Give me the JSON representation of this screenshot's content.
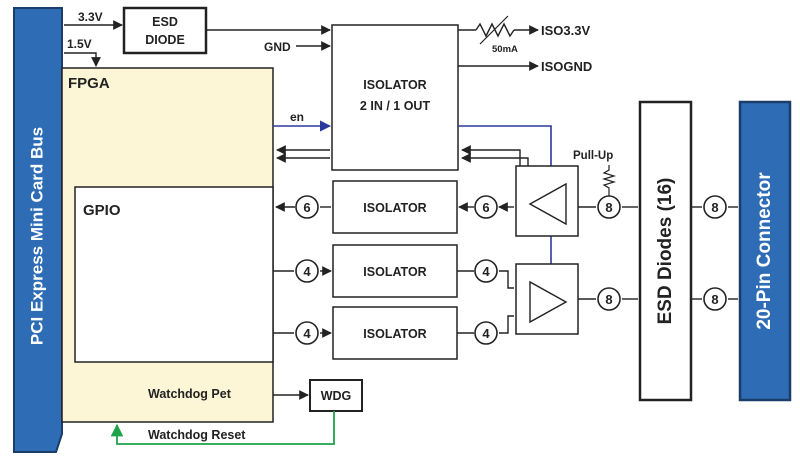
{
  "labels": {
    "pcie_bus": "PCI Express Mini Card Bus",
    "connector": "20-Pin Connector",
    "esd_diodes": "ESD Diodes (16)",
    "esd_diode_line1": "ESD",
    "esd_diode_line2": "DIODE",
    "fpga": "FPGA",
    "gpio": "GPIO",
    "isolator_main_line1": "ISOLATOR",
    "isolator_main_line2": "2 IN / 1 OUT",
    "isolator": "ISOLATOR",
    "wdg": "WDG",
    "v33": "3.3V",
    "v15": "1.5V",
    "gnd": "GND",
    "iso33": "ISO3.3V",
    "isognd": "ISOGND",
    "ma50": "50mA",
    "en": "en",
    "pullup": "Pull-Up",
    "watchdog_pet": "Watchdog Pet",
    "watchdog_reset": "Watchdog Reset"
  },
  "bus_counts": {
    "n6": "6",
    "n4": "4",
    "n8": "8"
  },
  "colors": {
    "bus_blue": "#2e6cb5",
    "fpga_fill": "#fcf6d6",
    "en_line": "#2b3a9a",
    "reset_line": "#1fa34a",
    "stroke": "#222222"
  }
}
